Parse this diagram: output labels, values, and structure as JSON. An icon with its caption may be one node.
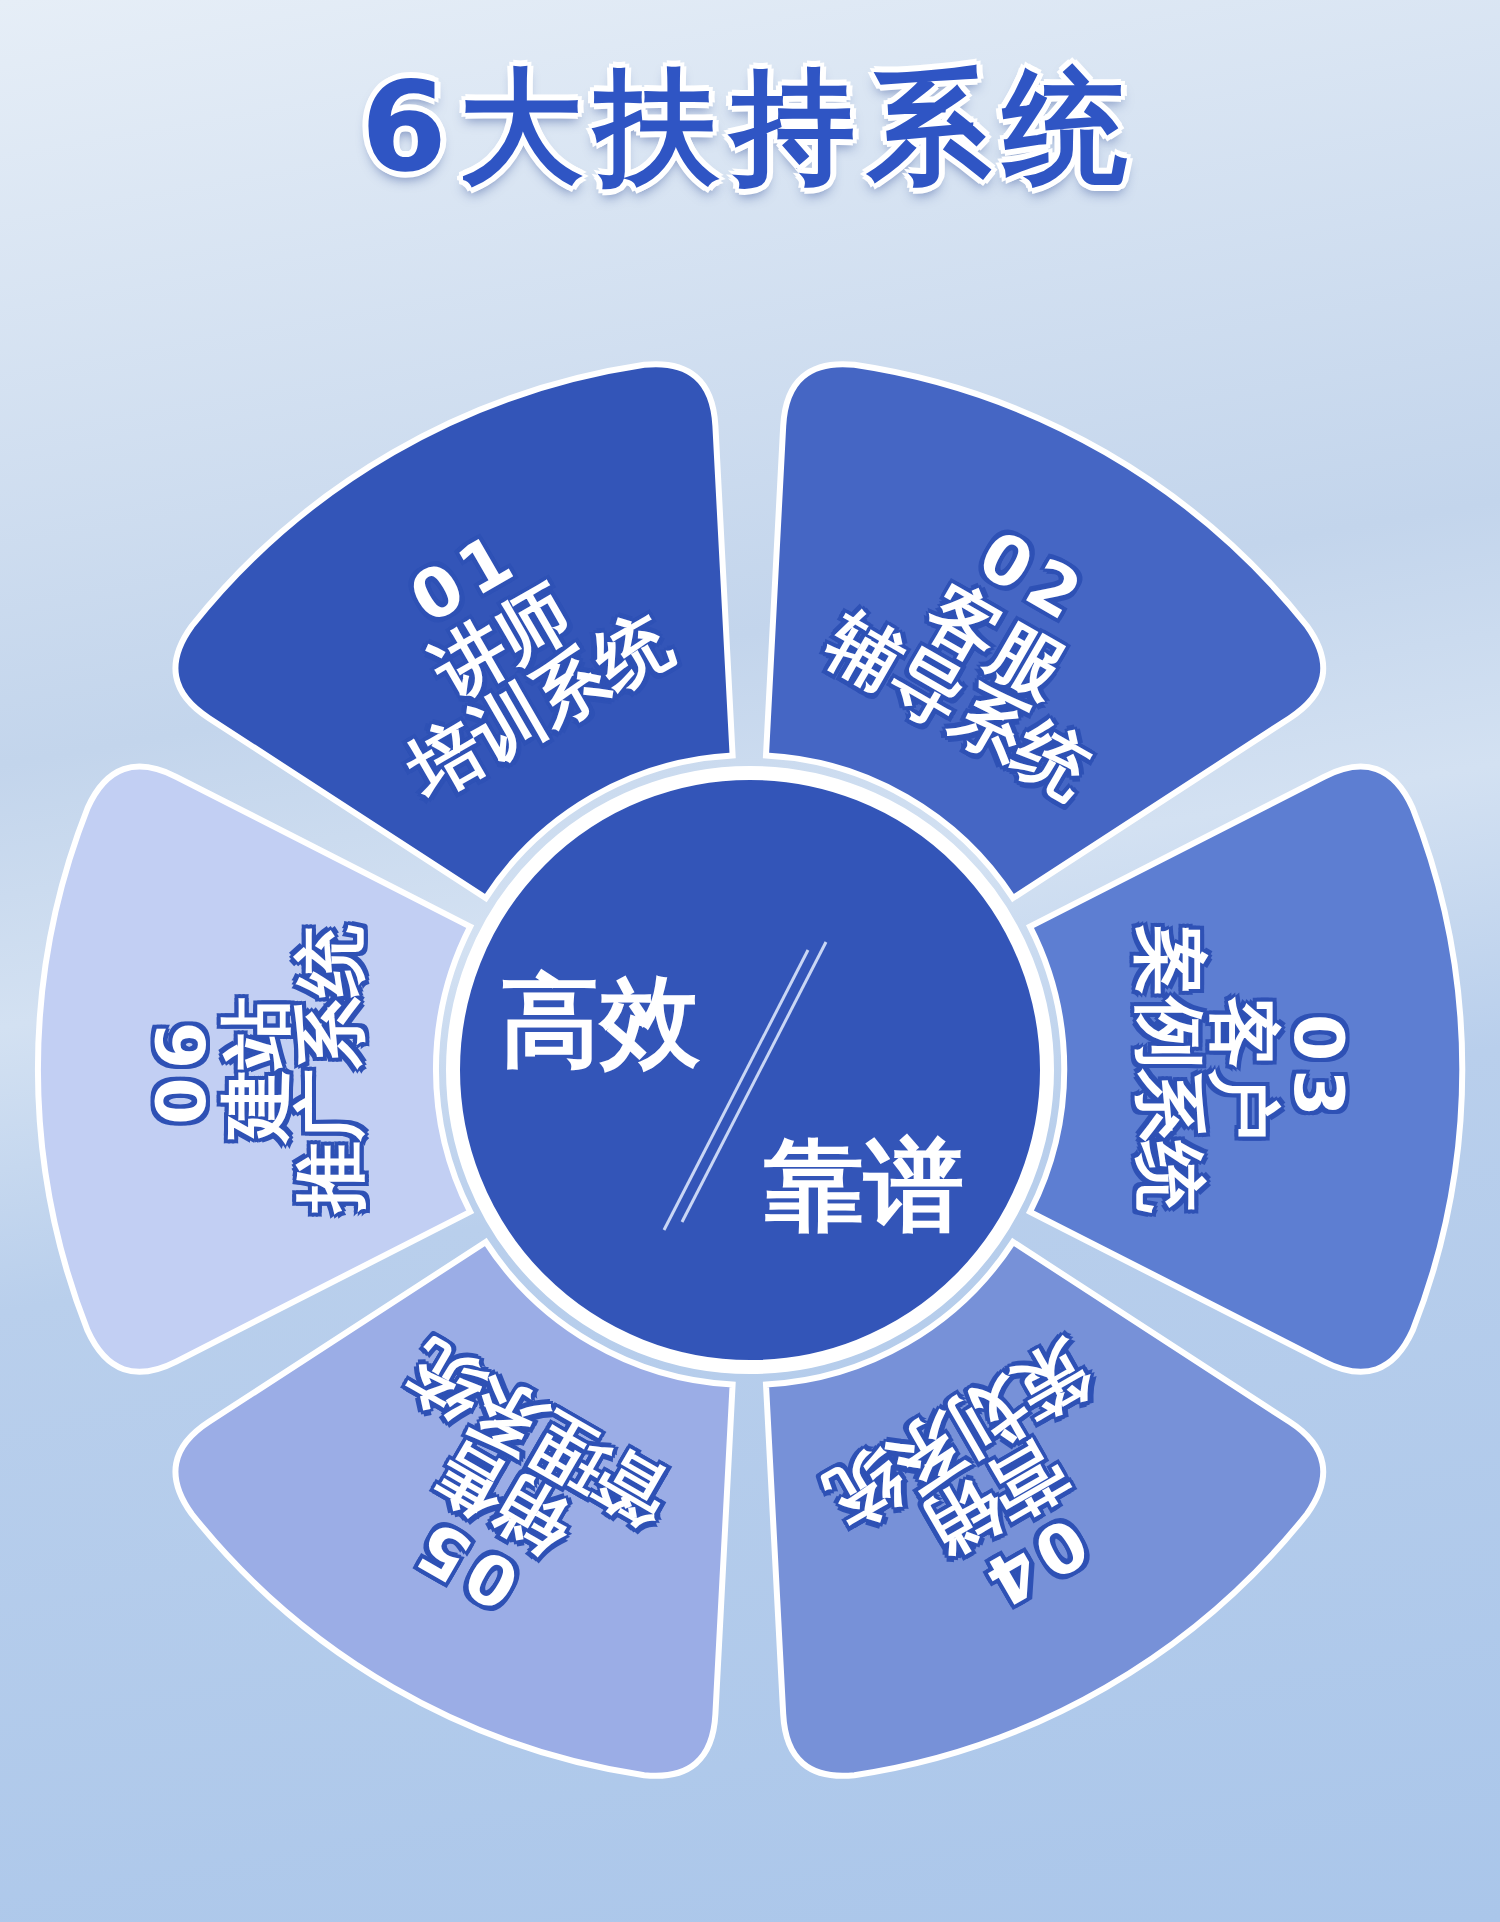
{
  "diagram": {
    "title": "6大扶持系统",
    "nodes": [
      {
        "text": [
          "01",
          "讲师培训系统"
        ]
      },
      {
        "text": [
          "02",
          "客服辅导系统"
        ]
      },
      {
        "text": [
          "03",
          "客户案例系统"
        ]
      },
      {
        "text": [
          "04",
          "营销策划系统"
        ]
      },
      {
        "text": [
          "05",
          "销售管理系统"
        ]
      },
      {
        "text": [
          "06",
          "建站推广系统"
        ]
      },
      {
        "text": [
          "高效",
          "靠谱"
        ]
      }
    ]
  }
}
